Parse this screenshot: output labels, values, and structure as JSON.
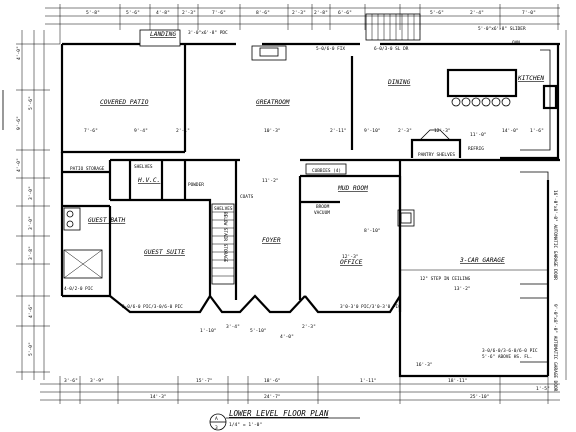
{
  "title": {
    "text": "LOWER LEVEL FLOOR PLAN",
    "scale": "1/4\" = 1'-0\"",
    "tag_letter": "A",
    "tag_number": "3"
  },
  "rooms": [
    {
      "key": "landing",
      "name": "LANDING"
    },
    {
      "key": "covered_patio",
      "name": "COVERED PATIO"
    },
    {
      "key": "greatroom",
      "name": "GREATROOM"
    },
    {
      "key": "dining",
      "name": "DINING"
    },
    {
      "key": "kitchen",
      "name": "KITCHEN"
    },
    {
      "key": "patio_storage",
      "name": "PATIO STORAGE"
    },
    {
      "key": "hvc",
      "name": "H.V.C."
    },
    {
      "key": "powder",
      "name": "POWDER"
    },
    {
      "key": "mud_room",
      "name": "MUD ROOM"
    },
    {
      "key": "guest_bath",
      "name": "GUEST BATH"
    },
    {
      "key": "guest_suite",
      "name": "GUEST SUITE"
    },
    {
      "key": "foyer",
      "name": "FOYER"
    },
    {
      "key": "office",
      "name": "OFFICE"
    },
    {
      "key": "garage",
      "name": "3-CAR GARAGE"
    }
  ],
  "notes": [
    {
      "key": "shelves1",
      "text": "SHELVES"
    },
    {
      "key": "shelves2",
      "text": "SHELVES"
    },
    {
      "key": "coats",
      "text": "COATS"
    },
    {
      "key": "cubbies",
      "text": "CUBBIES (4)"
    },
    {
      "key": "broom",
      "text": "BROOM"
    },
    {
      "key": "vacuum",
      "text": "VACUUM"
    },
    {
      "key": "pantry_shelves",
      "text": "PANTRY SHELVES"
    },
    {
      "key": "refrig",
      "text": "REFRIG"
    },
    {
      "key": "step",
      "text": "12\" STEP IN CEILING"
    },
    {
      "key": "oven",
      "text": "OVN"
    },
    {
      "key": "slider",
      "text": "5'-0\"x6'-8\" SLIDER"
    },
    {
      "key": "door_top",
      "text": "3'-0\"x6'-8\" PDC"
    },
    {
      "key": "door_great",
      "text": "5-0/6-0 FIX"
    },
    {
      "key": "door_dining",
      "text": "6-0/3-0 SL DR"
    },
    {
      "key": "guest_win",
      "text": "4-0/2-0 PIC"
    },
    {
      "key": "guest_suite_win",
      "text": "3-0/6-0 PIC/3-0/6-0 PIC"
    },
    {
      "key": "office_win",
      "text": "3'0-3'0 PIC/3'0-3'0 PIC"
    },
    {
      "key": "garage_win",
      "text": "3-0/6-0/3-6-0/6-0 PIC"
    },
    {
      "key": "garage_note",
      "text": "5'-6\" ABOVE HS. FL."
    },
    {
      "key": "gd_door1",
      "text": "16'-0\"x8'-0\" AUTOMATIC GARAGE DOOR"
    },
    {
      "key": "gd_door2",
      "text": "9'-0\"x8'-0\" AUTOMATIC GARAGE DOOR"
    },
    {
      "key": "stairs",
      "text": "BELOW STAIR STORAGE"
    }
  ],
  "dims": {
    "top": [
      "5'-8\"",
      "5'-6\"",
      "4'-8\"",
      "2'-3\"",
      "7'-6\"",
      "8'-6\"",
      "2'-3\"",
      "2'-8\"",
      "6'-6\"",
      "5'-6\"",
      "2'-4\"",
      "7'-0\""
    ],
    "left": [
      "4'-0\"",
      "5'-6\"",
      "9'-6\"",
      "4'-0\"",
      "3'-0\"",
      "3'-0\"",
      "3'-8\"",
      "4'-6\"",
      "5'-0\""
    ],
    "bottom": [
      "3'-6\"",
      "3'-9\"",
      "14'-3\"",
      "15'-7\"",
      "18'-6\"",
      "1'-11\"",
      "24'-7\"",
      "18'-11\"",
      "25'-10\"",
      "1'-5\""
    ],
    "interior": [
      "7'-6\"",
      "9'-4\"",
      "2'-1\"",
      "10'-3\"",
      "2'-11\"",
      "9'-10\"",
      "2'-3\"",
      "12'-3\"",
      "11'-0\"",
      "14'-0\"",
      "1'-6\"",
      "12'-3\"",
      "13'-2\"",
      "8'-10\"",
      "5'-10\"",
      "1'-10\"",
      "16'-3\"",
      "3'-4\"",
      "4'-0\"",
      "2'-3\"",
      "11'-2\""
    ]
  }
}
